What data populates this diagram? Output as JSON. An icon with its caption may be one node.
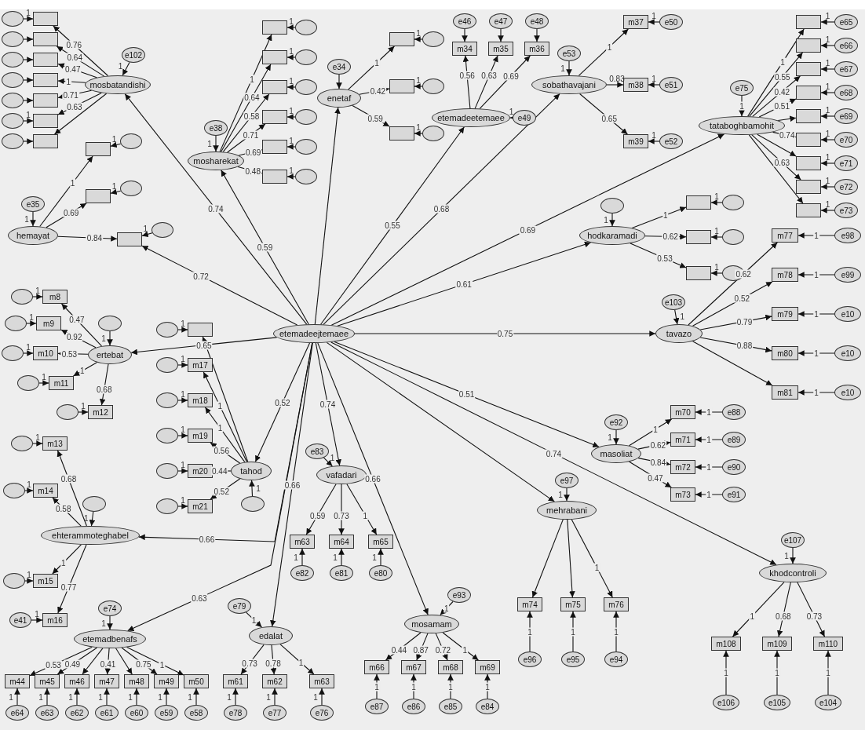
{
  "diagram": {
    "nodes": [
      {
        "text": [
          "etemadeejtemaee"
        ]
      },
      {
        "text": [
          "mosbatandishi"
        ]
      },
      {
        "text": [
          "e102"
        ]
      },
      {
        "text": [],
        "shape": "box"
      },
      {
        "text": [],
        "shape": "box"
      },
      {
        "text": [],
        "shape": "box"
      },
      {
        "text": [],
        "shape": "box"
      },
      {
        "text": [],
        "shape": "box"
      },
      {
        "text": [],
        "shape": "box"
      },
      {
        "text": [],
        "shape": "box"
      },
      {
        "text": [],
        "shape": "circle"
      },
      {
        "text": [],
        "shape": "circle"
      },
      {
        "text": [],
        "shape": "circle"
      },
      {
        "text": [],
        "shape": "circle"
      },
      {
        "text": [],
        "shape": "circle"
      },
      {
        "text": [],
        "shape": "circle"
      },
      {
        "text": [],
        "shape": "circle"
      },
      {
        "text": [
          "mosharekat"
        ]
      },
      {
        "text": [
          "e38"
        ]
      },
      {
        "text": [],
        "shape": "box"
      },
      {
        "text": [],
        "shape": "box"
      },
      {
        "text": [],
        "shape": "box"
      },
      {
        "text": [],
        "shape": "box"
      },
      {
        "text": [],
        "shape": "box"
      },
      {
        "text": [],
        "shape": "box"
      },
      {
        "text": [],
        "shape": "circle"
      },
      {
        "text": [],
        "shape": "circle"
      },
      {
        "text": [],
        "shape": "circle"
      },
      {
        "text": [],
        "shape": "circle"
      },
      {
        "text": [],
        "shape": "circle"
      },
      {
        "text": [],
        "shape": "circle"
      },
      {
        "text": [
          "hemayat"
        ]
      },
      {
        "text": [
          "e35"
        ]
      },
      {
        "text": [],
        "shape": "box"
      },
      {
        "text": [],
        "shape": "box"
      },
      {
        "text": [],
        "shape": "box"
      },
      {
        "text": [],
        "shape": "circle"
      },
      {
        "text": [],
        "shape": "circle"
      },
      {
        "text": [],
        "shape": "circle"
      },
      {
        "text": [
          "enetaf"
        ]
      },
      {
        "text": [
          "e34"
        ]
      },
      {
        "text": [],
        "shape": "box"
      },
      {
        "text": [],
        "shape": "box"
      },
      {
        "text": [],
        "shape": "box"
      },
      {
        "text": [],
        "shape": "circle"
      },
      {
        "text": [],
        "shape": "circle"
      },
      {
        "text": [],
        "shape": "circle"
      },
      {
        "text": [
          "etemadeetemaee"
        ]
      },
      {
        "text": [
          "e49"
        ]
      },
      {
        "text": [
          "m34"
        ]
      },
      {
        "text": [
          "m35"
        ]
      },
      {
        "text": [
          "m36"
        ]
      },
      {
        "text": [
          "e46"
        ]
      },
      {
        "text": [
          "e47"
        ]
      },
      {
        "text": [
          "e48"
        ]
      },
      {
        "text": [
          "sobathavajani"
        ]
      },
      {
        "text": [
          "e53"
        ]
      },
      {
        "text": [
          "m37"
        ]
      },
      {
        "text": [
          "m38"
        ]
      },
      {
        "text": [
          "m39"
        ]
      },
      {
        "text": [
          "e50"
        ]
      },
      {
        "text": [
          "e51"
        ]
      },
      {
        "text": [
          "e52"
        ]
      },
      {
        "text": [
          "tataboghbamohit"
        ]
      },
      {
        "text": [
          "e75"
        ]
      },
      {
        "text": [],
        "shape": "box"
      },
      {
        "text": [],
        "shape": "box"
      },
      {
        "text": [],
        "shape": "box"
      },
      {
        "text": [],
        "shape": "box"
      },
      {
        "text": [],
        "shape": "box"
      },
      {
        "text": [],
        "shape": "box"
      },
      {
        "text": [],
        "shape": "box"
      },
      {
        "text": [],
        "shape": "box"
      },
      {
        "text": [],
        "shape": "box"
      },
      {
        "text": [
          "e65"
        ]
      },
      {
        "text": [
          "e66"
        ]
      },
      {
        "text": [
          "e67"
        ]
      },
      {
        "text": [
          "e68"
        ]
      },
      {
        "text": [
          "e69"
        ]
      },
      {
        "text": [
          "e70"
        ]
      },
      {
        "text": [
          "e71"
        ]
      },
      {
        "text": [
          "e72"
        ]
      },
      {
        "text": [
          "e73"
        ]
      },
      {
        "text": [
          "hodkaramadi"
        ]
      },
      {
        "text": [],
        "shape": "circle"
      },
      {
        "text": [],
        "shape": "box"
      },
      {
        "text": [],
        "shape": "box"
      },
      {
        "text": [],
        "shape": "box"
      },
      {
        "text": [],
        "shape": "circle"
      },
      {
        "text": [],
        "shape": "circle"
      },
      {
        "text": [],
        "shape": "circle"
      },
      {
        "text": [
          "tavazo"
        ]
      },
      {
        "text": [
          "e103"
        ]
      },
      {
        "text": [
          "m77"
        ]
      },
      {
        "text": [
          "m78"
        ]
      },
      {
        "text": [
          "m79"
        ]
      },
      {
        "text": [
          "m80"
        ]
      },
      {
        "text": [
          "m81"
        ]
      },
      {
        "text": [
          "e98"
        ]
      },
      {
        "text": [
          "e99"
        ]
      },
      {
        "text": [
          "e10"
        ]
      },
      {
        "text": [
          "e10"
        ]
      },
      {
        "text": [
          "e10"
        ]
      },
      {
        "text": [
          "ertebat"
        ]
      },
      {
        "text": [],
        "shape": "circle"
      },
      {
        "text": [
          "m8"
        ]
      },
      {
        "text": [
          "m9"
        ]
      },
      {
        "text": [
          "m10"
        ]
      },
      {
        "text": [
          "m11"
        ]
      },
      {
        "text": [
          "m12"
        ]
      },
      {
        "text": [],
        "shape": "circle"
      },
      {
        "text": [],
        "shape": "circle"
      },
      {
        "text": [],
        "shape": "circle"
      },
      {
        "text": [],
        "shape": "circle"
      },
      {
        "text": [],
        "shape": "circle"
      },
      {
        "text": [
          "tahod"
        ]
      },
      {
        "text": [],
        "shape": "circle"
      },
      {
        "text": [],
        "shape": "box"
      },
      {
        "text": [
          "m17"
        ]
      },
      {
        "text": [
          "m18"
        ]
      },
      {
        "text": [
          "m19"
        ]
      },
      {
        "text": [
          "m20"
        ]
      },
      {
        "text": [
          "m21"
        ]
      },
      {
        "text": [],
        "shape": "circle"
      },
      {
        "text": [],
        "shape": "circle"
      },
      {
        "text": [],
        "shape": "circle"
      },
      {
        "text": [],
        "shape": "circle"
      },
      {
        "text": [],
        "shape": "circle"
      },
      {
        "text": [],
        "shape": "circle"
      },
      {
        "text": [
          "ehterammoteghabel"
        ]
      },
      {
        "text": [],
        "shape": "circle"
      },
      {
        "text": [
          "m13"
        ]
      },
      {
        "text": [
          "m14"
        ]
      },
      {
        "text": [
          "m15"
        ]
      },
      {
        "text": [
          "m16"
        ]
      },
      {
        "text": [],
        "shape": "circle"
      },
      {
        "text": [],
        "shape": "circle"
      },
      {
        "text": [],
        "shape": "circle"
      },
      {
        "text": [
          "e41"
        ]
      },
      {
        "text": [
          "etemadbenafs"
        ]
      },
      {
        "text": [
          "e74"
        ]
      },
      {
        "text": [
          "m44"
        ]
      },
      {
        "text": [
          "m45"
        ]
      },
      {
        "text": [
          "m46"
        ]
      },
      {
        "text": [
          "m47"
        ]
      },
      {
        "text": [
          "m48"
        ]
      },
      {
        "text": [
          "m49"
        ]
      },
      {
        "text": [
          "m50"
        ]
      },
      {
        "text": [
          "e64"
        ]
      },
      {
        "text": [
          "e63"
        ]
      },
      {
        "text": [
          "e62"
        ]
      },
      {
        "text": [
          "e61"
        ]
      },
      {
        "text": [
          "e60"
        ]
      },
      {
        "text": [
          "e59"
        ]
      },
      {
        "text": [
          "e58"
        ]
      },
      {
        "text": [
          "edalat"
        ]
      },
      {
        "text": [
          "e79"
        ]
      },
      {
        "text": [
          "m61"
        ]
      },
      {
        "text": [
          "m62"
        ]
      },
      {
        "text": [
          "m63"
        ]
      },
      {
        "text": [
          "e78"
        ]
      },
      {
        "text": [
          "e77"
        ]
      },
      {
        "text": [
          "e76"
        ]
      },
      {
        "text": [
          "vafadari"
        ]
      },
      {
        "text": [
          "e83"
        ]
      },
      {
        "text": [
          "m63"
        ]
      },
      {
        "text": [
          "m64"
        ]
      },
      {
        "text": [
          "m65"
        ]
      },
      {
        "text": [
          "e82"
        ]
      },
      {
        "text": [
          "e81"
        ]
      },
      {
        "text": [
          "e80"
        ]
      },
      {
        "text": [
          "mosamam"
        ]
      },
      {
        "text": [
          "e93"
        ]
      },
      {
        "text": [
          "m66"
        ]
      },
      {
        "text": [
          "m67"
        ]
      },
      {
        "text": [
          "m68"
        ]
      },
      {
        "text": [
          "m69"
        ]
      },
      {
        "text": [
          "e87"
        ]
      },
      {
        "text": [
          "e86"
        ]
      },
      {
        "text": [
          "e85"
        ]
      },
      {
        "text": [
          "e84"
        ]
      },
      {
        "text": [
          "mehrabani"
        ]
      },
      {
        "text": [
          "e97"
        ]
      },
      {
        "text": [
          "m74"
        ]
      },
      {
        "text": [
          "m75"
        ]
      },
      {
        "text": [
          "m76"
        ]
      },
      {
        "text": [
          "e96"
        ]
      },
      {
        "text": [
          "e95"
        ]
      },
      {
        "text": [
          "e94"
        ]
      },
      {
        "text": [
          "masoliat"
        ]
      },
      {
        "text": [
          "e92"
        ]
      },
      {
        "text": [
          "m70"
        ]
      },
      {
        "text": [
          "m71"
        ]
      },
      {
        "text": [
          "m72"
        ]
      },
      {
        "text": [
          "m73"
        ]
      },
      {
        "text": [
          "e88"
        ]
      },
      {
        "text": [
          "e89"
        ]
      },
      {
        "text": [
          "e90"
        ]
      },
      {
        "text": [
          "e91"
        ]
      },
      {
        "text": [
          "khodcontroli"
        ]
      },
      {
        "text": [
          "e107"
        ]
      },
      {
        "text": [
          "m108"
        ]
      },
      {
        "text": [
          "m109"
        ]
      },
      {
        "text": [
          "m110"
        ]
      },
      {
        "text": [
          "e106"
        ]
      },
      {
        "text": [
          "e105"
        ]
      },
      {
        "text": [
          "e104"
        ]
      }
    ],
    "edges": [
      {
        "from": 0,
        "to": 1,
        "arrow": "to",
        "label": "0.74"
      },
      {
        "from": 0,
        "to": 17,
        "arrow": "to",
        "label": "0.59"
      },
      {
        "from": 0,
        "to": 35,
        "arrow": "to",
        "label": "0.72"
      },
      {
        "from": 0,
        "to": 39,
        "arrow": "to"
      },
      {
        "from": 0,
        "to": 47,
        "arrow": "to",
        "label": "0.55"
      },
      {
        "from": 0,
        "to": 55,
        "arrow": "to",
        "label": "0.68"
      },
      {
        "from": 0,
        "to": 63,
        "arrow": "to",
        "label": "0.69"
      },
      {
        "from": 0,
        "to": 83,
        "arrow": "to",
        "label": "0.61"
      },
      {
        "from": 0,
        "to": 91,
        "arrow": "to",
        "label": "0.75"
      },
      {
        "from": 0,
        "to": 103,
        "arrow": "to",
        "label": "0.65"
      },
      {
        "from": 0,
        "to": 115,
        "arrow": "to",
        "label": "0.52"
      },
      {
        "from": 0,
        "to": 129,
        "arrow": "to",
        "label": "0.66"
      },
      {
        "from": 0,
        "to": 139,
        "arrow": "to",
        "label": "0.63"
      },
      {
        "from": 0,
        "to": 155,
        "arrow": "to",
        "label": "0.66"
      },
      {
        "from": 0,
        "to": 163,
        "arrow": "to",
        "label": "0.74"
      },
      {
        "from": 0,
        "to": 171,
        "arrow": "to",
        "label": "0.66"
      },
      {
        "from": 0,
        "to": 181,
        "arrow": "to"
      },
      {
        "from": 0,
        "to": 189,
        "arrow": "to",
        "label": "0.51"
      },
      {
        "from": 0,
        "to": 199,
        "arrow": "to",
        "label": "0.74"
      },
      {
        "from": 2,
        "to": 1,
        "arrow": "to",
        "label": "1"
      },
      {
        "from": 1,
        "to": 3,
        "arrow": "to",
        "label": "0.76"
      },
      {
        "from": 1,
        "to": 4,
        "arrow": "to",
        "label": "0.64"
      },
      {
        "from": 1,
        "to": 5,
        "arrow": "to",
        "label": "0.47"
      },
      {
        "from": 1,
        "to": 6,
        "arrow": "to",
        "label": "1"
      },
      {
        "from": 1,
        "to": 7,
        "arrow": "to",
        "label": "0.71"
      },
      {
        "from": 1,
        "to": 8,
        "arrow": "to",
        "label": "0.63"
      },
      {
        "from": 1,
        "to": 9,
        "arrow": "to"
      },
      {
        "from": 10,
        "to": 3,
        "arrow": "to",
        "label": "1"
      },
      {
        "from": 11,
        "to": 4,
        "arrow": "to"
      },
      {
        "from": 12,
        "to": 5,
        "arrow": "to"
      },
      {
        "from": 13,
        "to": 6,
        "arrow": "to"
      },
      {
        "from": 14,
        "to": 7,
        "arrow": "to"
      },
      {
        "from": 15,
        "to": 8,
        "arrow": "to",
        "label": "1"
      },
      {
        "from": 16,
        "to": 9,
        "arrow": "to"
      },
      {
        "from": 18,
        "to": 17,
        "arrow": "to",
        "label": "1"
      },
      {
        "from": 17,
        "to": 19,
        "arrow": "to",
        "label": "1"
      },
      {
        "from": 17,
        "to": 20,
        "arrow": "to",
        "label": "0.64"
      },
      {
        "from": 17,
        "to": 21,
        "arrow": "to",
        "label": "0.58"
      },
      {
        "from": 17,
        "to": 22,
        "arrow": "to",
        "label": "0.71"
      },
      {
        "from": 17,
        "to": 23,
        "arrow": "to",
        "label": "0.69"
      },
      {
        "from": 17,
        "to": 24,
        "arrow": "to",
        "label": "0.48"
      },
      {
        "from": 25,
        "to": 19,
        "arrow": "to",
        "label": "1"
      },
      {
        "from": 26,
        "to": 20,
        "arrow": "to",
        "label": "1"
      },
      {
        "from": 27,
        "to": 21,
        "arrow": "to",
        "label": "1"
      },
      {
        "from": 28,
        "to": 22,
        "arrow": "to",
        "label": "1"
      },
      {
        "from": 29,
        "to": 23,
        "arrow": "to",
        "label": "1"
      },
      {
        "from": 30,
        "to": 24,
        "arrow": "to",
        "label": "1"
      },
      {
        "from": 32,
        "to": 31,
        "arrow": "to",
        "label": "1"
      },
      {
        "from": 31,
        "to": 33,
        "arrow": "to",
        "label": "1"
      },
      {
        "from": 31,
        "to": 34,
        "arrow": "to",
        "label": "0.69"
      },
      {
        "from": 31,
        "to": 35,
        "arrow": "to",
        "label": "0.84"
      },
      {
        "from": 36,
        "to": 33,
        "arrow": "to",
        "label": "1"
      },
      {
        "from": 37,
        "to": 34,
        "arrow": "to",
        "label": "1"
      },
      {
        "from": 38,
        "to": 35,
        "arrow": "to",
        "label": "1"
      },
      {
        "from": 40,
        "to": 39,
        "arrow": "to"
      },
      {
        "from": 39,
        "to": 41,
        "arrow": "to",
        "label": "1"
      },
      {
        "from": 39,
        "to": 42,
        "arrow": "to",
        "label": "0.42"
      },
      {
        "from": 39,
        "to": 43,
        "arrow": "to",
        "label": "0.59"
      },
      {
        "from": 44,
        "to": 41,
        "arrow": "to",
        "label": "1"
      },
      {
        "from": 45,
        "to": 42,
        "arrow": "to",
        "label": "1"
      },
      {
        "from": 46,
        "to": 43,
        "arrow": "to",
        "label": "1"
      },
      {
        "from": 48,
        "to": 47,
        "arrow": "to",
        "label": "1"
      },
      {
        "from": 47,
        "to": 49,
        "arrow": "to",
        "label": "0.56"
      },
      {
        "from": 47,
        "to": 50,
        "arrow": "to",
        "label": "0.63"
      },
      {
        "from": 47,
        "to": 51,
        "arrow": "to",
        "label": "0.69"
      },
      {
        "from": 52,
        "to": 49,
        "arrow": "to"
      },
      {
        "from": 53,
        "to": 50,
        "arrow": "to"
      },
      {
        "from": 54,
        "to": 51,
        "arrow": "to"
      },
      {
        "from": 56,
        "to": 55,
        "arrow": "to",
        "label": "1"
      },
      {
        "from": 55,
        "to": 57,
        "arrow": "to",
        "label": "1"
      },
      {
        "from": 55,
        "to": 58,
        "arrow": "to",
        "label": "0.83"
      },
      {
        "from": 55,
        "to": 59,
        "arrow": "to",
        "label": "0.65"
      },
      {
        "from": 60,
        "to": 57,
        "arrow": "to",
        "label": "1"
      },
      {
        "from": 61,
        "to": 58,
        "arrow": "to",
        "label": "1"
      },
      {
        "from": 62,
        "to": 59,
        "arrow": "to",
        "label": "1"
      },
      {
        "from": 64,
        "to": 63,
        "arrow": "to",
        "label": "1"
      },
      {
        "from": 63,
        "to": 65,
        "arrow": "to",
        "label": "1"
      },
      {
        "from": 63,
        "to": 66,
        "arrow": "to",
        "label": "0.55"
      },
      {
        "from": 63,
        "to": 67,
        "arrow": "to",
        "label": "0.42"
      },
      {
        "from": 63,
        "to": 68,
        "arrow": "to",
        "label": "0.51"
      },
      {
        "from": 63,
        "to": 69,
        "arrow": "to"
      },
      {
        "from": 63,
        "to": 70,
        "arrow": "to",
        "label": "0.74"
      },
      {
        "from": 63,
        "to": 71,
        "arrow": "to"
      },
      {
        "from": 63,
        "to": 72,
        "arrow": "to",
        "label": "0.63"
      },
      {
        "from": 63,
        "to": 73,
        "arrow": "to"
      },
      {
        "from": 74,
        "to": 65,
        "arrow": "to",
        "label": "1"
      },
      {
        "from": 75,
        "to": 66,
        "arrow": "to",
        "label": "1"
      },
      {
        "from": 76,
        "to": 67,
        "arrow": "to",
        "label": "1"
      },
      {
        "from": 77,
        "to": 68,
        "arrow": "to",
        "label": "1"
      },
      {
        "from": 78,
        "to": 69,
        "arrow": "to",
        "label": "1"
      },
      {
        "from": 79,
        "to": 70,
        "arrow": "to",
        "label": "1"
      },
      {
        "from": 80,
        "to": 71,
        "arrow": "to",
        "label": "1"
      },
      {
        "from": 81,
        "to": 72,
        "arrow": "to",
        "label": "1"
      },
      {
        "from": 82,
        "to": 73,
        "arrow": "to",
        "label": "1"
      },
      {
        "from": 84,
        "to": 83,
        "arrow": "to",
        "label": "1"
      },
      {
        "from": 83,
        "to": 85,
        "arrow": "to",
        "label": "1"
      },
      {
        "from": 83,
        "to": 86,
        "arrow": "to",
        "label": "0.62"
      },
      {
        "from": 83,
        "to": 87,
        "arrow": "to",
        "label": "0.53"
      },
      {
        "from": 88,
        "to": 85,
        "arrow": "to",
        "label": "1"
      },
      {
        "from": 89,
        "to": 86,
        "arrow": "to",
        "label": "1"
      },
      {
        "from": 90,
        "to": 87,
        "arrow": "to",
        "label": "1"
      },
      {
        "from": 92,
        "to": 91,
        "arrow": "to",
        "label": "1"
      },
      {
        "from": 91,
        "to": 93,
        "arrow": "to",
        "label": "0.62"
      },
      {
        "from": 91,
        "to": 94,
        "arrow": "to",
        "label": "0.52"
      },
      {
        "from": 91,
        "to": 95,
        "arrow": "to",
        "label": "0.79"
      },
      {
        "from": 91,
        "to": 96,
        "arrow": "to",
        "label": "0.88"
      },
      {
        "from": 91,
        "to": 97,
        "arrow": "to"
      },
      {
        "from": 98,
        "to": 93,
        "arrow": "to",
        "label": "1"
      },
      {
        "from": 99,
        "to": 94,
        "arrow": "to",
        "label": "1"
      },
      {
        "from": 100,
        "to": 95,
        "arrow": "to",
        "label": "1"
      },
      {
        "from": 101,
        "to": 96,
        "arrow": "to",
        "label": "1"
      },
      {
        "from": 102,
        "to": 97,
        "arrow": "to",
        "label": "1"
      },
      {
        "from": 104,
        "to": 103,
        "arrow": "to",
        "label": "1"
      },
      {
        "from": 103,
        "to": 105,
        "arrow": "to",
        "label": "0.47"
      },
      {
        "from": 103,
        "to": 106,
        "arrow": "to",
        "label": "0.92"
      },
      {
        "from": 103,
        "to": 107,
        "arrow": "to",
        "label": "0.53"
      },
      {
        "from": 103,
        "to": 108,
        "arrow": "to",
        "label": "1"
      },
      {
        "from": 103,
        "to": 109,
        "arrow": "to",
        "label": "0.68"
      },
      {
        "from": 110,
        "to": 105,
        "arrow": "to",
        "label": "1"
      },
      {
        "from": 111,
        "to": 106,
        "arrow": "to",
        "label": "1"
      },
      {
        "from": 112,
        "to": 107,
        "arrow": "to",
        "label": "1"
      },
      {
        "from": 113,
        "to": 108,
        "arrow": "to",
        "label": "1"
      },
      {
        "from": 114,
        "to": 109,
        "arrow": "to",
        "label": "1"
      },
      {
        "from": 116,
        "to": 115,
        "arrow": "to",
        "label": "1"
      },
      {
        "from": 115,
        "to": 117,
        "arrow": "to"
      },
      {
        "from": 115,
        "to": 118,
        "arrow": "to",
        "label": "1"
      },
      {
        "from": 115,
        "to": 119,
        "arrow": "to",
        "label": "1"
      },
      {
        "from": 115,
        "to": 120,
        "arrow": "to",
        "label": "0.56"
      },
      {
        "from": 115,
        "to": 121,
        "arrow": "to",
        "label": "0.44"
      },
      {
        "from": 115,
        "to": 122,
        "arrow": "to",
        "label": "0.52"
      },
      {
        "from": 123,
        "to": 117,
        "arrow": "to",
        "label": "1"
      },
      {
        "from": 124,
        "to": 118,
        "arrow": "to",
        "label": "1"
      },
      {
        "from": 125,
        "to": 119,
        "arrow": "to",
        "label": "1"
      },
      {
        "from": 126,
        "to": 120,
        "arrow": "to",
        "label": "1"
      },
      {
        "from": 127,
        "to": 121,
        "arrow": "to",
        "label": "1"
      },
      {
        "from": 128,
        "to": 122,
        "arrow": "to",
        "label": "1"
      },
      {
        "from": 130,
        "to": 129,
        "arrow": "to",
        "label": "1"
      },
      {
        "from": 129,
        "to": 131,
        "arrow": "to",
        "label": "0.68"
      },
      {
        "from": 129,
        "to": 132,
        "arrow": "to",
        "label": "0.58"
      },
      {
        "from": 129,
        "to": 133,
        "arrow": "to",
        "label": "1"
      },
      {
        "from": 129,
        "to": 134,
        "arrow": "to",
        "label": "0.77"
      },
      {
        "from": 135,
        "to": 131,
        "arrow": "to",
        "label": "1"
      },
      {
        "from": 136,
        "to": 132,
        "arrow": "to",
        "label": "1"
      },
      {
        "from": 137,
        "to": 133,
        "arrow": "to",
        "label": "1"
      },
      {
        "from": 138,
        "to": 134,
        "arrow": "to",
        "label": "1"
      },
      {
        "from": 140,
        "to": 139,
        "arrow": "to",
        "label": "1"
      },
      {
        "from": 139,
        "to": 141,
        "arrow": "to",
        "label": "0.53"
      },
      {
        "from": 139,
        "to": 142,
        "arrow": "to",
        "label": "0.49"
      },
      {
        "from": 139,
        "to": 143,
        "arrow": "to"
      },
      {
        "from": 139,
        "to": 144,
        "arrow": "to",
        "label": "0.41"
      },
      {
        "from": 139,
        "to": 145,
        "arrow": "to"
      },
      {
        "from": 139,
        "to": 146,
        "arrow": "to",
        "label": "0.75"
      },
      {
        "from": 139,
        "to": 147,
        "arrow": "to",
        "label": "1"
      },
      {
        "from": 148,
        "to": 141,
        "arrow": "to",
        "label": "1"
      },
      {
        "from": 149,
        "to": 142,
        "arrow": "to",
        "label": "1"
      },
      {
        "from": 150,
        "to": 143,
        "arrow": "to",
        "label": "1"
      },
      {
        "from": 151,
        "to": 144,
        "arrow": "to",
        "label": "1"
      },
      {
        "from": 152,
        "to": 145,
        "arrow": "to",
        "label": "1"
      },
      {
        "from": 153,
        "to": 146,
        "arrow": "to",
        "label": "1"
      },
      {
        "from": 154,
        "to": 147,
        "arrow": "to",
        "label": "1"
      },
      {
        "from": 156,
        "to": 155,
        "arrow": "to",
        "label": "1"
      },
      {
        "from": 155,
        "to": 157,
        "arrow": "to",
        "label": "0.73"
      },
      {
        "from": 155,
        "to": 158,
        "arrow": "to",
        "label": "0.78"
      },
      {
        "from": 155,
        "to": 159,
        "arrow": "to",
        "label": "1"
      },
      {
        "from": 160,
        "to": 157,
        "arrow": "to",
        "label": "1"
      },
      {
        "from": 161,
        "to": 158,
        "arrow": "to",
        "label": "1"
      },
      {
        "from": 162,
        "to": 159,
        "arrow": "to",
        "label": "1"
      },
      {
        "from": 164,
        "to": 163,
        "arrow": "to",
        "label": "1"
      },
      {
        "from": 163,
        "to": 165,
        "arrow": "to",
        "label": "0.59"
      },
      {
        "from": 163,
        "to": 166,
        "arrow": "to",
        "label": "0.73"
      },
      {
        "from": 163,
        "to": 167,
        "arrow": "to",
        "label": "1"
      },
      {
        "from": 168,
        "to": 165,
        "arrow": "to",
        "label": "1"
      },
      {
        "from": 169,
        "to": 166,
        "arrow": "to",
        "label": "1"
      },
      {
        "from": 170,
        "to": 167,
        "arrow": "to",
        "label": "1"
      },
      {
        "from": 172,
        "to": 171,
        "arrow": "to",
        "label": "1"
      },
      {
        "from": 171,
        "to": 173,
        "arrow": "to",
        "label": "0.44"
      },
      {
        "from": 171,
        "to": 174,
        "arrow": "to",
        "label": "0.87"
      },
      {
        "from": 171,
        "to": 175,
        "arrow": "to",
        "label": "0.72"
      },
      {
        "from": 171,
        "to": 176,
        "arrow": "to",
        "label": "1"
      },
      {
        "from": 177,
        "to": 173,
        "arrow": "to",
        "label": "1"
      },
      {
        "from": 178,
        "to": 174,
        "arrow": "to",
        "label": "1"
      },
      {
        "from": 179,
        "to": 175,
        "arrow": "to",
        "label": "1"
      },
      {
        "from": 180,
        "to": 176,
        "arrow": "to",
        "label": "1"
      },
      {
        "from": 182,
        "to": 181,
        "arrow": "to",
        "label": "1"
      },
      {
        "from": 181,
        "to": 183,
        "arrow": "to"
      },
      {
        "from": 181,
        "to": 184,
        "arrow": "to"
      },
      {
        "from": 181,
        "to": 185,
        "arrow": "to",
        "label": "1"
      },
      {
        "from": 186,
        "to": 183,
        "arrow": "to",
        "label": "1"
      },
      {
        "from": 187,
        "to": 184,
        "arrow": "to",
        "label": "1"
      },
      {
        "from": 188,
        "to": 185,
        "arrow": "to",
        "label": "1"
      },
      {
        "from": 190,
        "to": 189,
        "arrow": "to",
        "label": "1"
      },
      {
        "from": 189,
        "to": 191,
        "arrow": "to",
        "label": "1"
      },
      {
        "from": 189,
        "to": 192,
        "arrow": "to",
        "label": "0.62"
      },
      {
        "from": 189,
        "to": 193,
        "arrow": "to",
        "label": "0.84"
      },
      {
        "from": 189,
        "to": 194,
        "arrow": "to",
        "label": "0.47"
      },
      {
        "from": 195,
        "to": 191,
        "arrow": "to",
        "label": "1"
      },
      {
        "from": 196,
        "to": 192,
        "arrow": "to",
        "label": "1"
      },
      {
        "from": 197,
        "to": 193,
        "arrow": "to",
        "label": "1"
      },
      {
        "from": 198,
        "to": 194,
        "arrow": "to",
        "label": "1"
      },
      {
        "from": 200,
        "to": 199,
        "arrow": "to",
        "label": "1"
      },
      {
        "from": 199,
        "to": 201,
        "arrow": "to",
        "label": "1"
      },
      {
        "from": 199,
        "to": 202,
        "arrow": "to",
        "label": "0.68"
      },
      {
        "from": 199,
        "to": 203,
        "arrow": "to",
        "label": "0.73"
      },
      {
        "from": 204,
        "to": 201,
        "arrow": "to",
        "label": "1"
      },
      {
        "from": 205,
        "to": 202,
        "arrow": "to",
        "label": "1"
      },
      {
        "from": 206,
        "to": 203,
        "arrow": "to",
        "label": "1"
      }
    ]
  }
}
